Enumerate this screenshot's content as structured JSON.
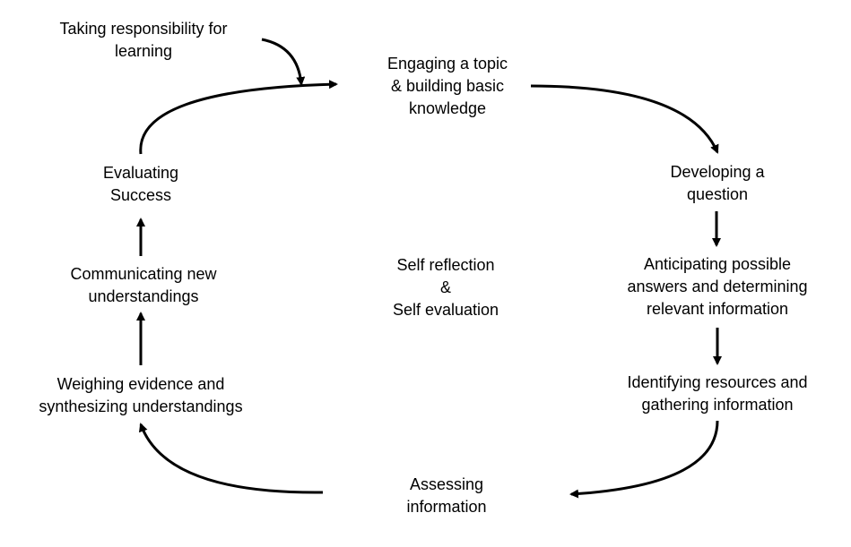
{
  "diagram": {
    "intro": {
      "lines": [
        "Taking responsibility for",
        "learning"
      ]
    },
    "center": {
      "lines": [
        "Self reflection",
        "&",
        "Self evaluation"
      ]
    },
    "steps": [
      {
        "lines": [
          "Engaging a topic",
          "& building basic",
          "knowledge"
        ]
      },
      {
        "lines": [
          "Developing a",
          "question"
        ]
      },
      {
        "lines": [
          "Anticipating possible",
          "answers and determining",
          "relevant information"
        ]
      },
      {
        "lines": [
          "Identifying resources and",
          "gathering information"
        ]
      },
      {
        "lines": [
          "Assessing",
          "information"
        ]
      },
      {
        "lines": [
          "Weighing evidence and",
          "synthesizing understandings"
        ]
      },
      {
        "lines": [
          "Communicating new",
          "understandings"
        ]
      },
      {
        "lines": [
          "Evaluating",
          "Success"
        ]
      }
    ]
  }
}
